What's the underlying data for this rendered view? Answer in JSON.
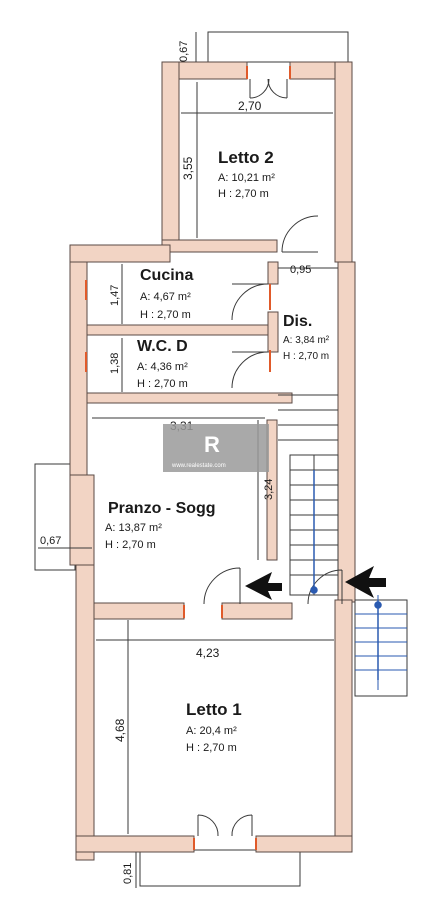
{
  "colors": {
    "wall_fill": "#f2d4c4",
    "wall_stroke": "#5a4a44",
    "line": "#3a3a3a",
    "accent": "#e05a2a",
    "stair": "#2a5ab0"
  },
  "rooms": {
    "letto2": {
      "name": "Letto 2",
      "area": "A: 10,21 m²",
      "height": "H : 2,70 m"
    },
    "cucina": {
      "name": "Cucina",
      "area": "A: 4,67 m²",
      "height": "H : 2,70 m"
    },
    "dis": {
      "name": "Dis.",
      "area": "A: 3,84 m²",
      "height": "H : 2,70 m"
    },
    "wcd": {
      "name": "W.C. D",
      "area": "A: 4,36 m²",
      "height": "H : 2,70 m"
    },
    "pranzo": {
      "name": "Pranzo - Sogg",
      "area": "A: 13,87 m²",
      "height": "H : 2,70 m"
    },
    "letto1": {
      "name": "Letto 1",
      "area": "A: 20,4 m²",
      "height": "H : 2,70 m"
    }
  },
  "dims": {
    "top_balcony": "0,67",
    "letto2_width": "2,70",
    "letto2_depth": "3,55",
    "corridor": "0,95",
    "cucina_depth": "1,47",
    "wc_depth": "1,38",
    "pranzo_width": "3,31",
    "pranzo_depth": "3,24",
    "side_balcony": "0,67",
    "letto1_width": "4,23",
    "letto1_depth": "4,68",
    "bottom_balcony": "0,81"
  },
  "logo": {
    "mark": "R",
    "caption": "www.realestate.com"
  }
}
